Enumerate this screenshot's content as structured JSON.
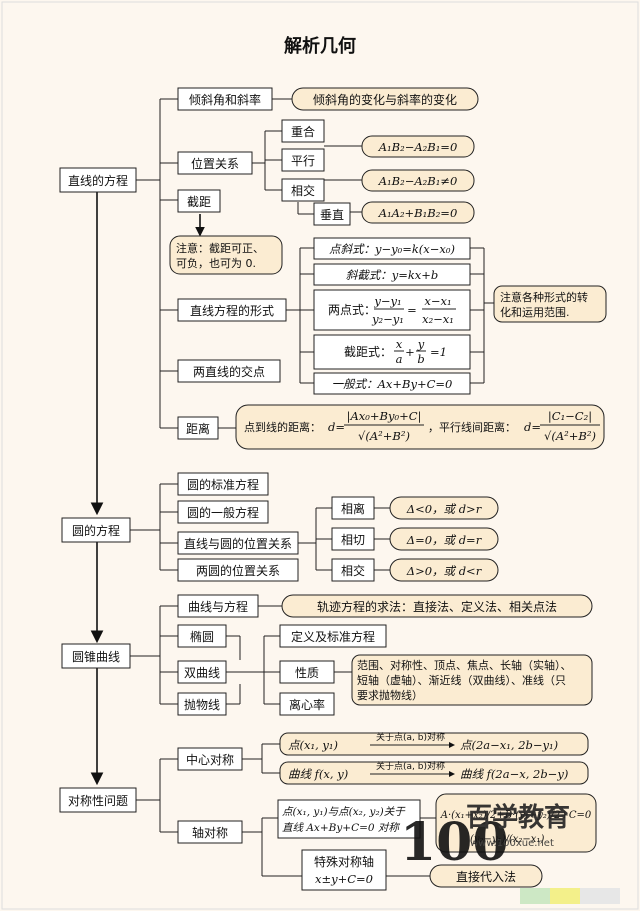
{
  "title": "解析几何",
  "main_nodes": {
    "line": "直线的方程",
    "circle": "圆的方程",
    "conic": "圆锥曲线",
    "symmetry": "对称性问题"
  },
  "line_section": {
    "incline": "倾斜角和斜率",
    "incline_note": "倾斜角的变化与斜率的变化",
    "position": "位置关系",
    "overlap": "重合",
    "parallel": "平行",
    "intersect": "相交",
    "perpendicular": "垂直",
    "cond_overlap": "A₁B₂−A₂B₁=0",
    "cond_parallel": "A₁B₂−A₂B₁≠0",
    "cond_perp": "A₁A₂+B₁B₂=0",
    "intercept": "截距",
    "intercept_note_1": "注意：截距可正、",
    "intercept_note_2": "可负，也可为 0.",
    "forms": "直线方程的形式",
    "form_point_slope": "点斜式：y−y₀=k(x−x₀)",
    "form_slope_int": "斜截式：y=kx+b",
    "form_two_point_label": "两点式：",
    "form_two_point_left_num": "y−y₁",
    "form_two_point_left_den": "y₂−y₁",
    "form_two_point_right_num": "x−x₁",
    "form_two_point_right_den": "x₂−x₁",
    "form_intercept_label": "截距式：",
    "form_intercept_x_num": "x",
    "form_intercept_x_den": "a",
    "form_intercept_y_num": "y",
    "form_intercept_y_den": "b",
    "form_intercept_rhs": "=1",
    "form_general": "一般式：Ax+By+C=0",
    "forms_note_1": "注意各种形式的转",
    "forms_note_2": "化和运用范围.",
    "intersection": "两直线的交点",
    "distance": "距离",
    "dist_point_label": "点到线的距离：",
    "dist_point_d": "d=",
    "dist_point_num": "|Ax₀+By₀+C|",
    "dist_point_den": "√(A²+B²)",
    "dist_parallel_label": "，平行线间距离：",
    "dist_parallel_d": "d=",
    "dist_parallel_num": "|C₁−C₂|",
    "dist_parallel_den": "√(A²+B²)"
  },
  "circle_section": {
    "standard": "圆的标准方程",
    "general": "圆的一般方程",
    "line_circle": "直线与圆的位置关系",
    "circle_circle": "两圆的位置关系",
    "separate": "相离",
    "tangent": "相切",
    "intersect": "相交",
    "cond_separate": "Δ<0，或 d>r",
    "cond_tangent": "Δ=0，或 d=r",
    "cond_intersect": "Δ>0，或 d<r"
  },
  "conic_section": {
    "curve_eq": "曲线与方程",
    "curve_eq_note": "轨迹方程的求法：直接法、定义法、相关点法",
    "ellipse": "椭圆",
    "hyperbola": "双曲线",
    "parabola": "抛物线",
    "definition": "定义及标准方程",
    "properties": "性质",
    "eccentricity": "离心率",
    "prop_note_1": "范围、对称性、顶点、焦点、长轴（实轴）、",
    "prop_note_2": "短轴（虚轴）、渐近线（双曲线）、准线（只",
    "prop_note_3": "要求抛物线）"
  },
  "symmetry_section": {
    "central": "中心对称",
    "central_point_left": "点(x₁, y₁)",
    "central_point_over": "关于点(a, b)对称",
    "central_point_right": "点(2a−x₁, 2b−y₁)",
    "central_curve_left": "曲线 f(x, y)",
    "central_curve_over": "关于点(a, b)对称",
    "central_curve_right": "曲线 f(2a−x, 2b−y)",
    "axial": "轴对称",
    "axial_left_1": "点(x₁, y₁)与点(x₂, y₂)关于",
    "axial_left_2": "直线 Ax+By+C=0 对称",
    "axial_right_1": "A·(x₁+x₂)/2+B·(y₁+y₂)/2+C=0",
    "axial_right_2": "(y₂−y₁)/(x₂−x₁)",
    "special_1": "特殊对称轴",
    "special_2": "x±y+C=0",
    "special_note": "直接代入法"
  },
  "watermark": {
    "logo_glyph": "100",
    "brand": "百学教育",
    "url": "www.100xue.net"
  },
  "colors": {
    "pill_fill": "#fbecd2",
    "box_fill": "#ffffff",
    "background": "#fdf7ef",
    "stroke": "#222222"
  }
}
